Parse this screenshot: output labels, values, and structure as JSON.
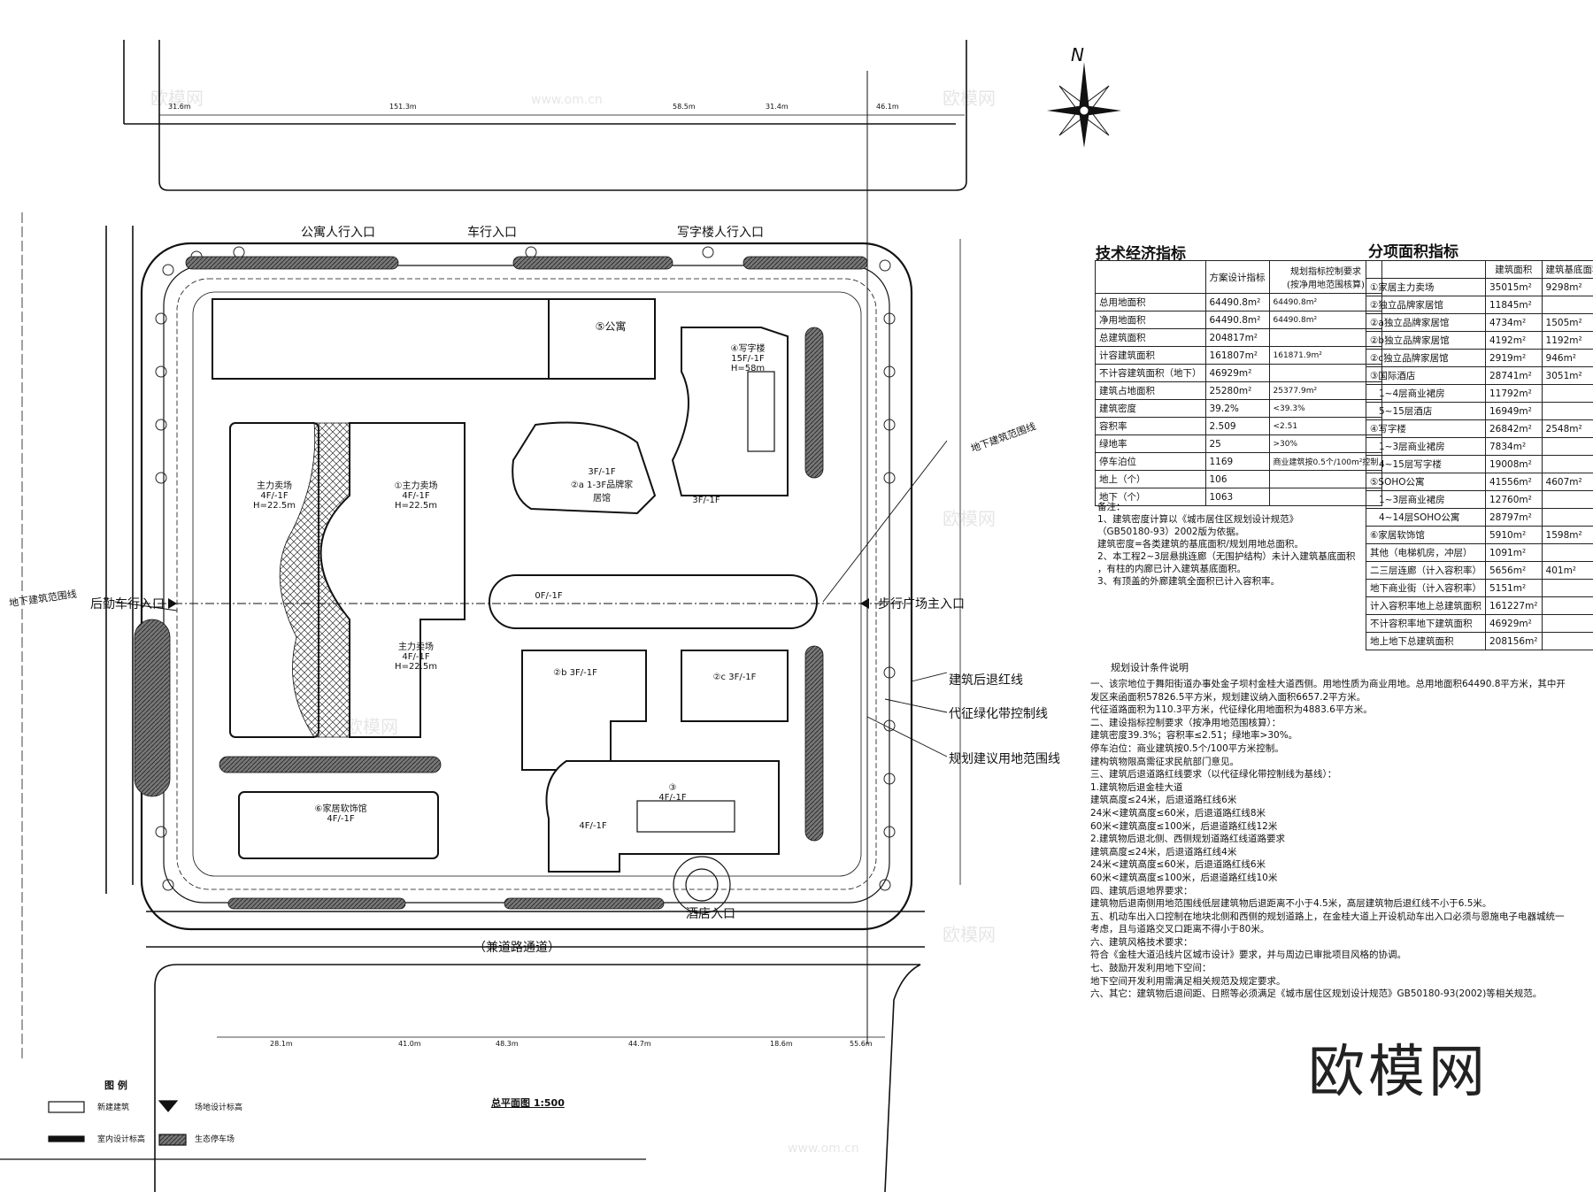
{
  "plan": {
    "north": "N",
    "entrances": {
      "apartment_pedestrian": "公寓人行入口",
      "vehicle": "车行入口",
      "office_pedestrian": "写字楼人行入口",
      "service_vehicle": "后勤车行入口",
      "plaza_main": "步行广场主入口",
      "hotel": "酒店入口"
    },
    "road": "（兼道路通道）",
    "legend_lines": {
      "setback_red_line": "建筑后退红线",
      "green_belt_line": "代征绿化带控制线",
      "planned_land_line": "规划建议用地范围线",
      "underground_line_left": "地下建筑范围线",
      "underground_line_right": "地下建筑范围线"
    },
    "buildings": {
      "main_store_left": "主力卖场\n4F/-1F\nH=22.5m",
      "main_store_1": "①主力卖场\n4F/-1F\nH=22.5m",
      "main_store_lower": "主力卖场\n4F/-1F\nH=22.5m",
      "apartment": "⑤公寓",
      "office": "④写字楼\n15F/-1F\nH=58m",
      "brand_home": "3F/-1F\n②a 1-3F品牌家\n居馆",
      "brand_3f": "3F/-1F",
      "link_0f": "0F/-1F",
      "brand_2b": "②b 3F/-1F",
      "brand_2c": "②c 3F/-1F",
      "hotel": "③\n4F/-1F",
      "hotel_low": "4F/-1F",
      "furnishing": "⑥家居软饰馆\n4F/-1F"
    },
    "plan_title": "总平面图 1:500",
    "legend_title": "图  例",
    "legend": [
      "新建建筑",
      "场地设计标高",
      "室内设计标高",
      "生态停车场"
    ],
    "dims_top": [
      "31.6m",
      "151.3m",
      "58.5m",
      "31.4m",
      "46.1m"
    ],
    "dims_bottom": [
      "28.1m",
      "41.0m",
      "48.3m",
      "44.7m",
      "18.6m",
      "55.6m"
    ]
  },
  "tech_table": {
    "title": "技术经济指标",
    "headers": [
      "",
      "方案设计指标",
      "规划指标控制要求\n(按净用地范围核算)"
    ],
    "rows": [
      [
        "总用地面积",
        "64490.8m²",
        "64490.8m²"
      ],
      [
        "净用地面积",
        "64490.8m²",
        "64490.8m²"
      ],
      [
        "总建筑面积",
        "204817m²",
        ""
      ],
      [
        "计容建筑面积",
        "161807m²",
        "161871.9m²"
      ],
      [
        "不计容建筑面积（地下）",
        "46929m²",
        ""
      ],
      [
        "建筑占地面积",
        "25280m²",
        "25377.9m²"
      ],
      [
        "建筑密度",
        "39.2%",
        "<39.3%"
      ],
      [
        "容积率",
        "2.509",
        "<2.51"
      ],
      [
        "绿地率",
        "25",
        ">30%"
      ],
      [
        "停车泊位",
        "1169",
        "商业建筑按0.5个/100m²控制"
      ],
      [
        "地上（个）",
        "106",
        ""
      ],
      [
        "地下（个）",
        "1063",
        ""
      ]
    ],
    "notes": "备注：\n1、建筑密度计算以《城市居住区规划设计规范》\n（GB50180-93）2002版为依据。\n建筑密度=各类建筑的基底面积/规划用地总面积。\n2、本工程2~3层悬挑连廊（无围护结构）未计入建筑基底面积\n，有柱的内廊已计入建筑基底面积。\n3、有顶盖的外廊建筑全面积已计入容积率。"
  },
  "area_table": {
    "title": "分项面积指标",
    "headers": [
      "",
      "建筑面积",
      "建筑基底面积"
    ],
    "rows": [
      [
        "①家居主力卖场",
        "35015m²",
        "9298m²"
      ],
      [
        "②独立品牌家居馆",
        "11845m²",
        ""
      ],
      [
        "②a独立品牌家居馆",
        "4734m²",
        "1505m²"
      ],
      [
        "②b独立品牌家居馆",
        "4192m²",
        "1192m²"
      ],
      [
        "②c独立品牌家居馆",
        "2919m²",
        "946m²"
      ],
      [
        "③国际酒店",
        "28741m²",
        "3051m²"
      ],
      [
        "1~4层商业裙房",
        "11792m²",
        ""
      ],
      [
        "5~15层酒店",
        "16949m²",
        ""
      ],
      [
        "④写字楼",
        "26842m²",
        "2548m²"
      ],
      [
        "1~3层商业裙房",
        "7834m²",
        ""
      ],
      [
        "4~15层写字楼",
        "19008m²",
        ""
      ],
      [
        "⑤SOHO公寓",
        "41556m²",
        "4607m²"
      ],
      [
        "1~3层商业裙房",
        "12760m²",
        ""
      ],
      [
        "4~14层SOHO公寓",
        "28797m²",
        ""
      ],
      [
        "⑥家居软饰馆",
        "5910m²",
        "1598m²"
      ],
      [
        "其他（电梯机房，冲层）",
        "1091m²",
        ""
      ],
      [
        "二三层连廊（计入容积率）",
        "5656m²",
        "401m²"
      ],
      [
        "地下商业街（计入容积率）",
        "5151m²",
        ""
      ],
      [
        "计入容积率地上总建筑面积",
        "161227m²",
        ""
      ],
      [
        "不计容积率地下建筑面积",
        "46929m²",
        ""
      ],
      [
        "地上地下总建筑面积",
        "208156m²",
        ""
      ]
    ]
  },
  "conditions": {
    "title": "规划设计条件说明",
    "body": "一、该宗地位于舞阳街道办事处金子坝村金桂大道西侧。用地性质为商业用地。总用地面积64490.8平方米，其中开发区来函面积57826.5平方米，规划建议纳入面积6657.2平方米。\n代征道路面积为110.3平方米，代征绿化用地面积为4883.6平方米。\n二、建设指标控制要求（按净用地范围核算）：\n建筑密度39.3%；容积率≤2.51；绿地率>30%。\n停车泊位：商业建筑按0.5个/100平方米控制。\n建构筑物限高需征求民航部门意见。\n三、建筑后退道路红线要求（以代征绿化带控制线为基线）：\n1.建筑物后退金桂大道\n建筑高度≤24米，后退道路红线6米\n24米<建筑高度≤60米，后退道路红线8米\n60米<建筑高度≤100米，后退道路红线12米\n2.建筑物后退北侧、西侧规划道路红线道路要求\n建筑高度≤24米，后退道路红线4米\n24米<建筑高度≤60米，后退道路红线6米\n60米<建筑高度≤100米，后退道路红线10米\n四、建筑后退地界要求：\n建筑物后退南侧用地范围线低层建筑物后退距离不小于4.5米，高层建筑物后退红线不小于6.5米。\n五、机动车出入口控制在地块北侧和西侧的规划道路上，在金桂大道上开设机动车出入口必须与恩施电子电器城统一考虑，且与道路交叉口距离不得小于80米。\n六、建筑风格技术要求：\n符合《金桂大道沿线片区城市设计》要求，并与周边已审批项目风格的协调。\n七、鼓励开发利用地下空间：\n地下空间开发利用需满足相关规范及规定要求。\n六、其它：建筑物后退间距、日照等必须满足《城市居住区规划设计规范》GB50180-93(2002)等相关规范。"
  },
  "brand": "欧模网",
  "watermarks": [
    "欧模网",
    "www.om.cn"
  ]
}
